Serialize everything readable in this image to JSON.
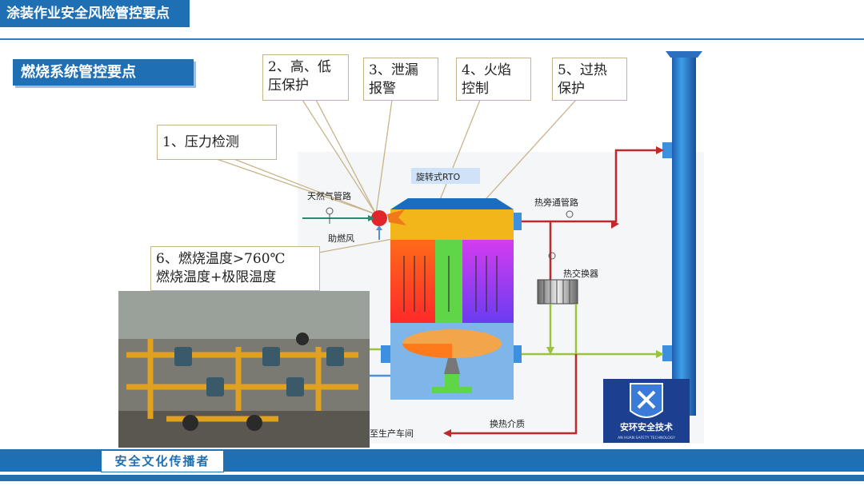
{
  "header": {
    "title": "涂装作业安全风险管控要点"
  },
  "section": {
    "title": "燃烧系统管控要点"
  },
  "callouts": [
    {
      "text": "1、压力检测"
    },
    {
      "text": "2、高、低\n压保护"
    },
    {
      "text": "3、泄漏\n报警"
    },
    {
      "text": "4、火焰\n控制"
    },
    {
      "text": "5、过热\n保护"
    },
    {
      "text": "6、燃烧温度>760℃\n燃烧温度+极限温度"
    }
  ],
  "diagram": {
    "rto_label": "旋转式RTO",
    "gas_pipe_label": "天然气管路",
    "combustion_air_label": "助燃风",
    "bypass_label": "热旁通管路",
    "heat_exchanger_label": "热交换器",
    "medium_label": "换热介质",
    "to_workshop_label": "至生产车间"
  },
  "logo": {
    "text": "安环安全技术",
    "subtext": "AN HUAN SAFETY TECHNOLOGY"
  },
  "footer": {
    "text": "安全文化传播者"
  },
  "colors": {
    "brand_blue": "#1f6fb5",
    "callout_border": "#c8b48a",
    "pipe_red": "#c0282c",
    "pipe_green": "#8fc44a"
  }
}
